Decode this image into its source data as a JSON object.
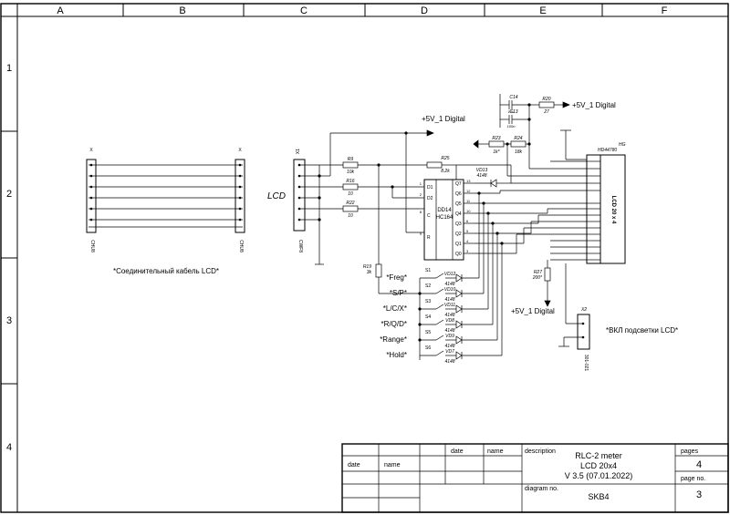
{
  "frame": {
    "columns": [
      "A",
      "B",
      "C",
      "D",
      "E",
      "F"
    ],
    "rows": [
      "1",
      "2",
      "3",
      "4"
    ]
  },
  "cables": {
    "left_conn_ref": "X",
    "left_conn_type": "CHU8",
    "right_conn_ref": "X",
    "right_conn_type": "CHU8",
    "caption": "*Соединительный кабель  LCD*"
  },
  "lcd_connector": {
    "label": "LCD",
    "ref": "X1",
    "type": "CWF8"
  },
  "power": {
    "top": "+5V_1 Digital",
    "right": "+5V_1 Digital",
    "bottom": "+5V_1 Digital"
  },
  "resistors": [
    {
      "ref": "R9",
      "value": "10k"
    },
    {
      "ref": "R16",
      "value": "10"
    },
    {
      "ref": "R22",
      "value": "10"
    },
    {
      "ref": "R25",
      "value": "8.2k"
    },
    {
      "ref": "R19",
      "value": "3k"
    },
    {
      "ref": "R20",
      "value": "27"
    },
    {
      "ref": "R23",
      "value": "1k*"
    },
    {
      "ref": "R24",
      "value": "18k"
    },
    {
      "ref": "R27",
      "value": "200*"
    }
  ],
  "capacitors": [
    {
      "ref": "C14",
      "value": "10u"
    },
    {
      "ref": "C13",
      "value": "100n"
    }
  ],
  "ic": {
    "ref": "DD14",
    "part": "HC164",
    "pins_left": [
      "D1",
      "D2",
      "C",
      "R"
    ],
    "pins_right": [
      "Q7",
      "Q6",
      "Q5",
      "Q4",
      "Q3",
      "Q2",
      "Q1",
      "Q0"
    ],
    "pin_numbers_left": [
      "1",
      "2",
      "8",
      "9"
    ],
    "pin_numbers_right": [
      "13",
      "12",
      "11",
      "10",
      "6",
      "5",
      "4",
      "3"
    ]
  },
  "diode_top": {
    "ref": "VD13",
    "part": "4148"
  },
  "switches": [
    {
      "ref": "S1",
      "label": "*Freg*",
      "diode": "VD12",
      "part": "4148"
    },
    {
      "ref": "S2",
      "label": "*S/P*",
      "diode": "VD10",
      "part": "4148"
    },
    {
      "ref": "S3",
      "label": "*L/C/X*",
      "diode": "VD11",
      "part": "4148"
    },
    {
      "ref": "S4",
      "label": "*R/Q/D*",
      "diode": "VD8",
      "part": "4148"
    },
    {
      "ref": "S5",
      "label": "*Range*",
      "diode": "VD9",
      "part": "4148"
    },
    {
      "ref": "S6",
      "label": "*Hold*",
      "diode": "VD7",
      "part": "4148"
    }
  ],
  "lcd_module": {
    "ref": "HG",
    "part": "HD44780",
    "body": "LCD 20 x 4"
  },
  "backlight": {
    "ref": "X2",
    "type": "301-021",
    "label": "*ВКЛ подсветки LCD*"
  },
  "title_block": {
    "h_date": "date",
    "h_name": "name",
    "h_description": "description",
    "h_pages": "pages",
    "h_page_no": "page no.",
    "h_diagram_no": "diagram no.",
    "l_date": "date",
    "l_name": "name",
    "desc_line1": "RLC-2 meter",
    "desc_line2": "LCD 20x4",
    "desc_line3": "V 3.5 (07.01.2022)",
    "pages": "4",
    "page_no": "3",
    "diagram_no": "SKB4"
  }
}
